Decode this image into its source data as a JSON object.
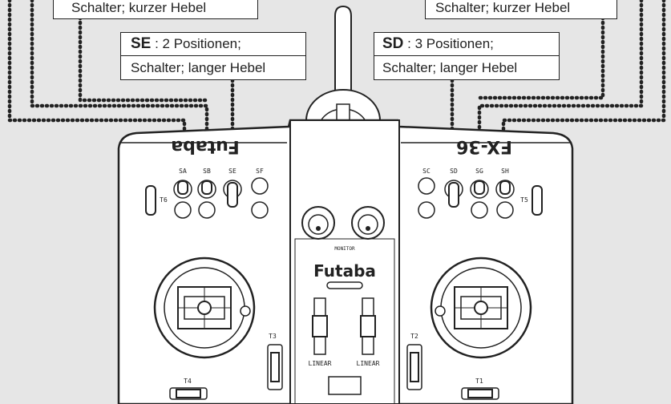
{
  "callouts": {
    "top_left": {
      "text": "Schalter; kurzer Hebel"
    },
    "top_right": {
      "text": "Schalter; kurzer Hebel"
    },
    "se": {
      "code": "SE",
      "sep": " : ",
      "desc": "2 Positionen;",
      "line2": "Schalter; langer Hebel"
    },
    "sd": {
      "code": "SD",
      "sep": " : ",
      "desc": "3 Positionen;",
      "line2": "Schalter; langer Hebel"
    }
  },
  "transmitter": {
    "logo_left": "Futaba",
    "logo_right": "FX-36",
    "brand": "Futaba",
    "monitor": "MONITOR",
    "linear_left": "LINEAR",
    "linear_right": "LINEAR",
    "switches_left": [
      "SA",
      "SB",
      "SE",
      "SF"
    ],
    "switches_right": [
      "SC",
      "SD",
      "SG",
      "SH"
    ],
    "trims": {
      "t6": "T6",
      "t5": "T5",
      "t3": "T3",
      "t2": "T2",
      "t4": "T4",
      "t1": "T1"
    }
  },
  "colors": {
    "background": "#e6e6e6",
    "lines": "#222222"
  }
}
